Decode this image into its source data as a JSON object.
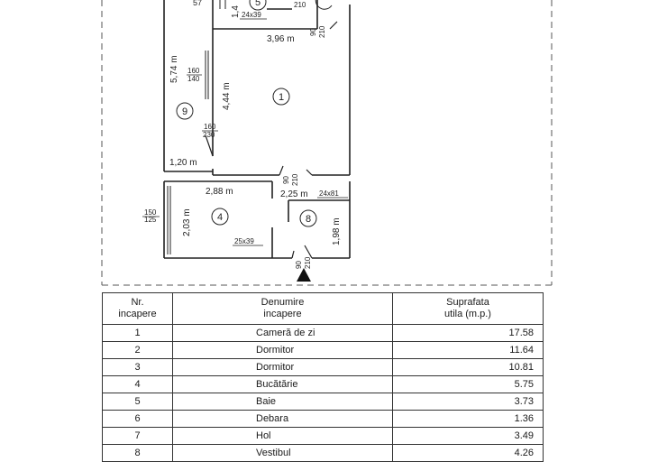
{
  "plan": {
    "dimensions": {
      "living_width": "3,96 m",
      "living_length": "4,44 m",
      "corridor_length": "5,74 m",
      "corridor_width": "1,20 m",
      "kitchen_width": "2,88 m",
      "kitchen_depth": "2,03 m",
      "vestibule_width": "2,25 m",
      "vestibule_depth": "1,98 m",
      "bath_height": "1,4",
      "top_left_fragment": "57"
    },
    "openings": {
      "window_living_top": "160",
      "window_living_bottom": "140",
      "door_living_top": "160",
      "door_living_bottom": "230",
      "window_kitchen_top": "150",
      "window_kitchen_bottom": "125",
      "door_top_a": "90",
      "door_top_b": "210",
      "door_bath_a": "210",
      "door_mid_a": "90",
      "door_mid_b": "210",
      "door_entry_a": "90",
      "door_entry_b": "210",
      "vent_bath": "24x39",
      "vent_vestibule": "24x81",
      "vent_kitchen": "25x39"
    },
    "room_markers": [
      "1",
      "4",
      "5",
      "8",
      "9"
    ]
  },
  "table": {
    "headers": {
      "nr": [
        "Nr.",
        "incapere"
      ],
      "name": [
        "Denumire",
        "incapere"
      ],
      "area": [
        "Suprafata",
        "utila (m.p.)"
      ]
    },
    "rows": [
      {
        "nr": "1",
        "name": "Cameră de zi",
        "area": "17.58"
      },
      {
        "nr": "2",
        "name": "Dormitor",
        "area": "11.64"
      },
      {
        "nr": "3",
        "name": "Dormitor",
        "area": "10.81"
      },
      {
        "nr": "4",
        "name": "Bucătărie",
        "area": "5.75"
      },
      {
        "nr": "5",
        "name": "Baie",
        "area": "3.73"
      },
      {
        "nr": "6",
        "name": "Debara",
        "area": "1.36"
      },
      {
        "nr": "7",
        "name": "Hol",
        "area": "3.49"
      },
      {
        "nr": "8",
        "name": "Vestibul",
        "area": "4.26"
      }
    ]
  },
  "colors": {
    "ink": "#222222",
    "paper": "#ffffff"
  }
}
